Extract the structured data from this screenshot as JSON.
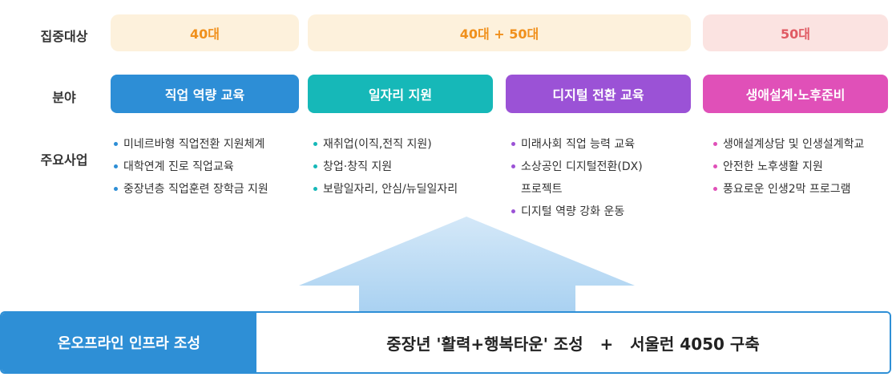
{
  "labels": {
    "target": "집중대상",
    "field": "분야",
    "projects": "주요사업"
  },
  "targets": [
    {
      "text": "40대",
      "color": "#f0901c"
    },
    {
      "text": "40대 + 50대",
      "color": "#f0901c"
    },
    {
      "text": "50대",
      "color": "#e05a63"
    }
  ],
  "fields": [
    {
      "text": "직업 역량 교육",
      "color": "#2d8ed6"
    },
    {
      "text": "일자리 지원",
      "color": "#16b8b8"
    },
    {
      "text": "디지털 전환 교육",
      "color": "#9b52d6"
    },
    {
      "text": "생애설계·노후준비",
      "color": "#e050b8"
    }
  ],
  "projects": [
    {
      "items": [
        "미네르바형 직업전환 지원체계",
        "대학연계 진로 직업교육",
        "중장년층 직업훈련 장학금 지원"
      ]
    },
    {
      "items": [
        "재취업(이직,전직 지원)",
        "창업·창직 지원",
        "보람일자리, 안심/뉴딜일자리"
      ]
    },
    {
      "items": [
        "미래사회 직업 능력 교육",
        "소상공인 디지털전환(DX)",
        "프로젝트",
        "디지털 역량 강화 운동"
      ]
    },
    {
      "items": [
        "생애설계상담 및 인생설계학교",
        "안전한 노후생활 지원",
        "풍요로운 인생2막 프로그램"
      ]
    }
  ],
  "infra": {
    "label": "온오프라인 인프라 조성",
    "text": "중장년 '활력+행복타운' 조성   +   서울런 4050 구축"
  }
}
